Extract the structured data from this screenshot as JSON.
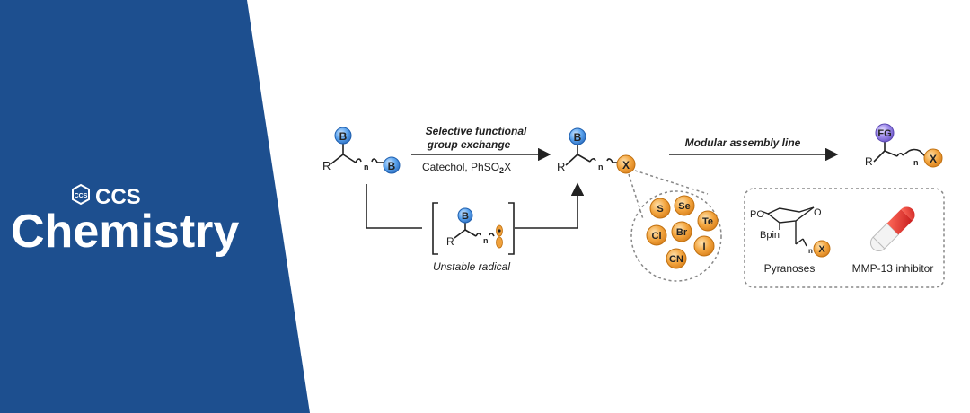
{
  "banner": {
    "logo_small": "CCS",
    "logo_word": "CCS",
    "logo_title": "Chemistry"
  },
  "scheme": {
    "start": {
      "b_top": "B",
      "b_end": "B",
      "r": "R",
      "n": "n"
    },
    "step1": {
      "title_line1": "Selective functional",
      "title_line2": "group exchange",
      "reagents": "Catechol, PhSO",
      "reagents_sub": "2",
      "reagents_tail": "X"
    },
    "radical": {
      "b": "B",
      "r": "R",
      "n": "n",
      "caption": "Unstable radical"
    },
    "intermediate": {
      "b": "B",
      "r": "R",
      "n": "n",
      "x": "X"
    },
    "groups": [
      "S",
      "Se",
      "Te",
      "Cl",
      "Br",
      "I",
      "CN"
    ],
    "step2": {
      "title": "Modular assembly line"
    },
    "product": {
      "fg": "FG",
      "r": "R",
      "n": "n",
      "x": "X"
    },
    "applications": {
      "pyranose": {
        "po": "PO",
        "o": "O",
        "bpin": "Bpin",
        "n": "n",
        "x": "X",
        "caption": "Pyranoses"
      },
      "drug": {
        "caption": "MMP-13 inhibitor"
      }
    }
  },
  "colors": {
    "banner_blue": "#1d4f8f",
    "boron_blue": "#4d98e6",
    "halide_orange": "#f0a13c",
    "fg_purple": "#8d7ae0"
  }
}
